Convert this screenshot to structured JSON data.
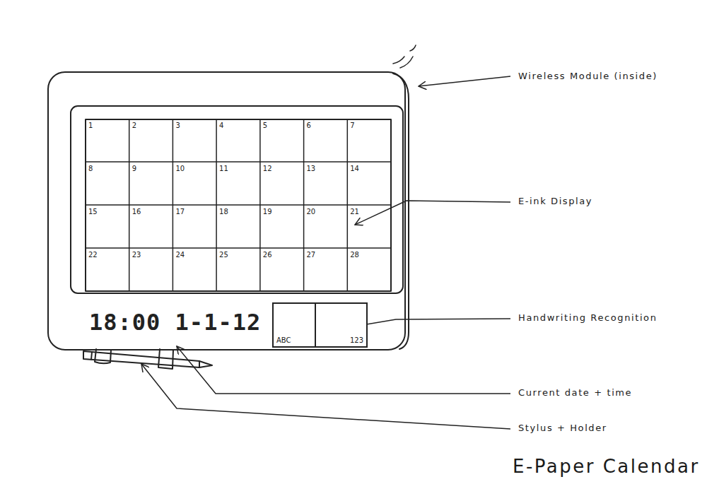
{
  "diagram": {
    "title": "E-Paper Calendar",
    "nodes": [
      {
        "text": [
          "ABC"
        ]
      },
      {
        "text": [
          "123"
        ]
      }
    ],
    "labels": [
      "1",
      "2",
      "3",
      "4",
      "5",
      "6",
      "7",
      "8",
      "9",
      "10",
      "11",
      "12",
      "13",
      "14",
      "15",
      "16",
      "17",
      "18",
      "19",
      "20",
      "21",
      "22",
      "23",
      "24",
      "25",
      "26",
      "27",
      "28",
      "18:00 1-1-12",
      "Wireless Module (inside)",
      "E-ink Display",
      "Handwriting Recognition",
      "Current date + time",
      "Stylus + Holder"
    ]
  }
}
